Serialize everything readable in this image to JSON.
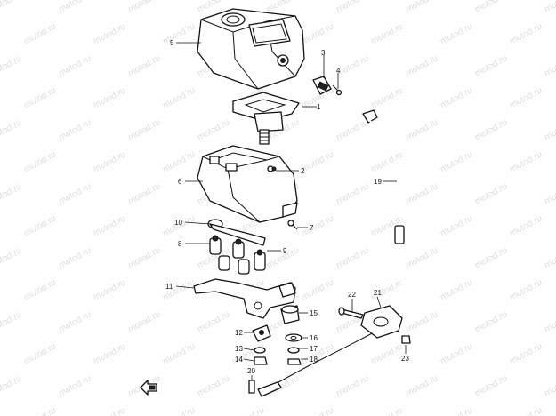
{
  "watermark": "motod.ru",
  "callouts": [
    "1",
    "2",
    "3",
    "4",
    "5",
    "6",
    "7",
    "8",
    "9",
    "10",
    "11",
    "12",
    "13",
    "14",
    "15",
    "16",
    "17",
    "18",
    "19",
    "20",
    "21",
    "22",
    "23"
  ],
  "colors": {
    "line": "#111111",
    "background": "#ffffff",
    "watermark": "#dddddd"
  },
  "icons": {
    "front_arrow": "front-direction-arrow-icon"
  }
}
